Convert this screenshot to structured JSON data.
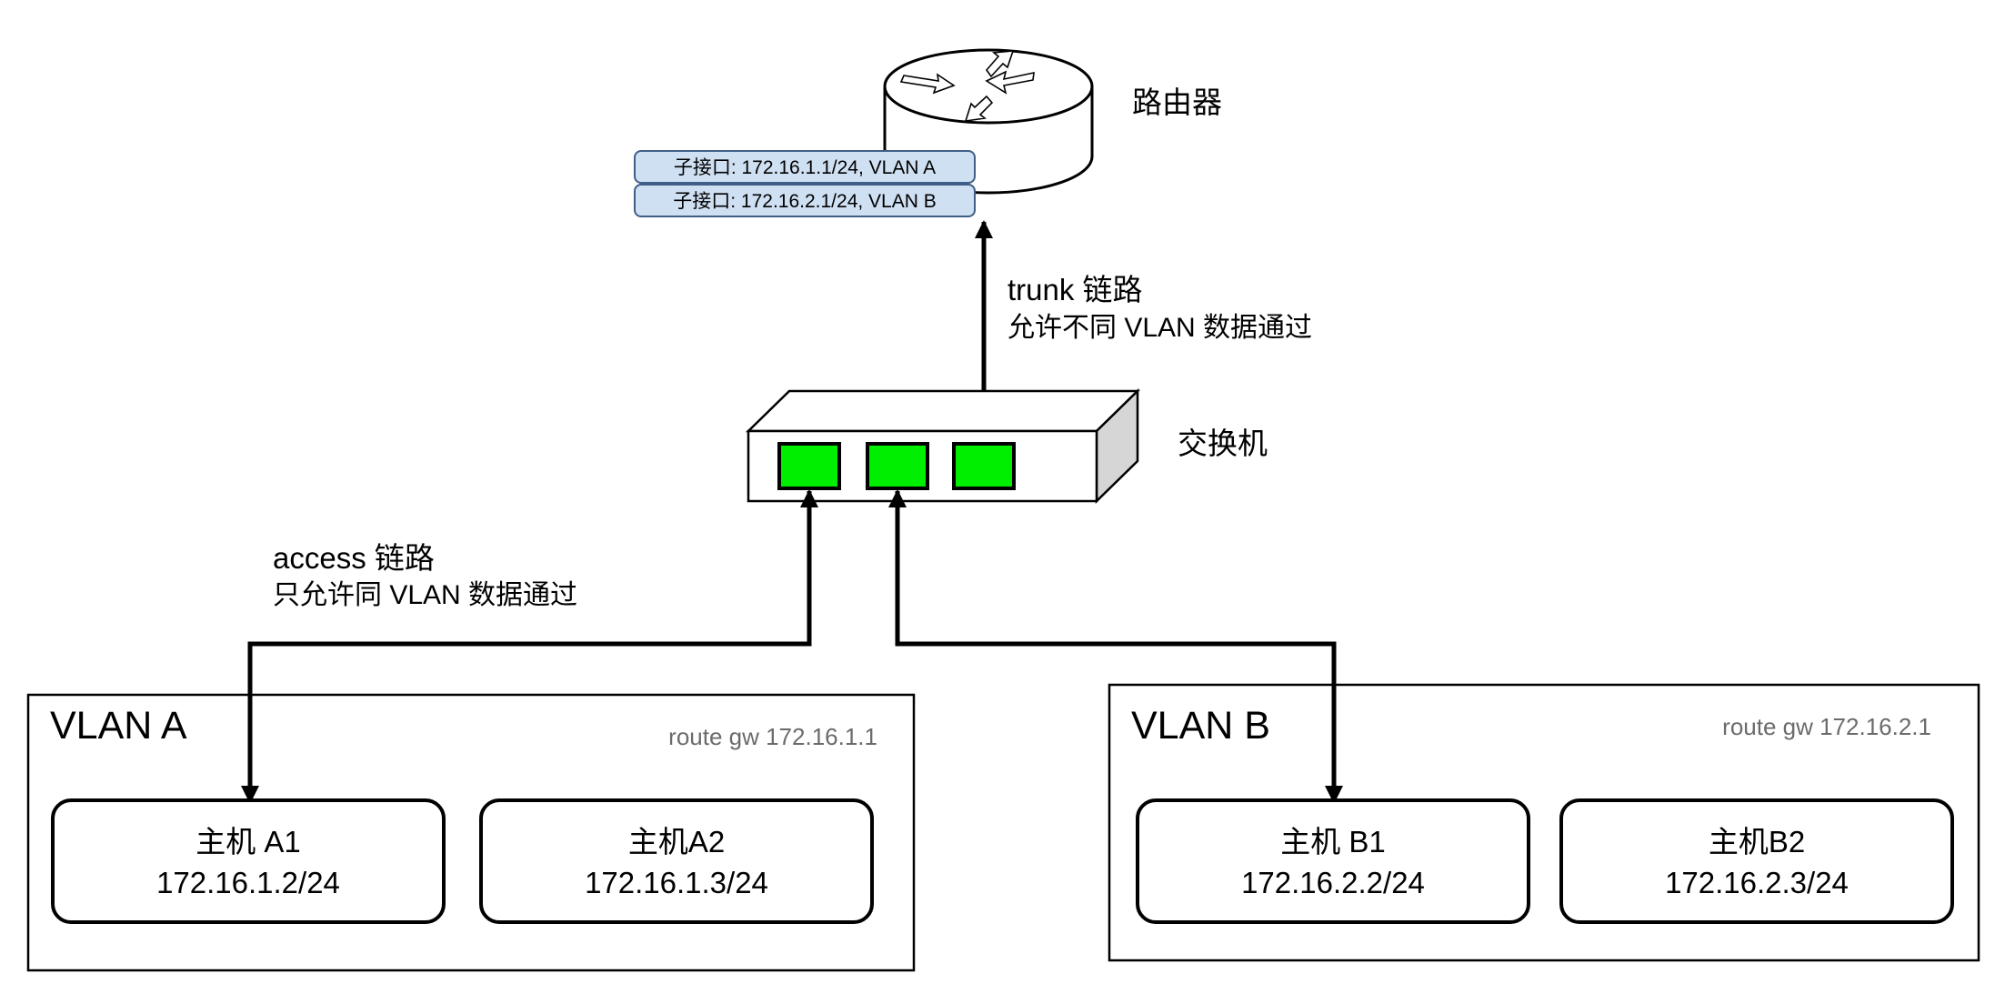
{
  "router": {
    "label": "路由器",
    "subinterfaces": [
      {
        "text": "子接口: 172.16.1.1/24, VLAN A"
      },
      {
        "text": "子接口: 172.16.2.1/24, VLAN B"
      }
    ]
  },
  "switch": {
    "label": "交换机",
    "port_color": "#00ee00"
  },
  "trunk_link": {
    "title": "trunk 链路",
    "description": "允许不同 VLAN 数据通过"
  },
  "access_link": {
    "title": "access 链路",
    "description": "只允许同 VLAN 数据通过"
  },
  "vlans": [
    {
      "name": "VLAN A",
      "route": "route gw 172.16.1.1",
      "hosts": [
        {
          "name": "主机 A1",
          "ip": "172.16.1.2/24"
        },
        {
          "name": "主机A2",
          "ip": "172.16.1.3/24"
        }
      ]
    },
    {
      "name": "VLAN B",
      "route": "route gw 172.16.2.1",
      "hosts": [
        {
          "name": "主机 B1",
          "ip": "172.16.2.2/24"
        },
        {
          "name": "主机B2",
          "ip": "172.16.2.3/24"
        }
      ]
    }
  ],
  "colors": {
    "subinterface_fill": "#cfe0f3",
    "subinterface_stroke": "#3f5f86",
    "switch_side": "#d6d6d6"
  }
}
